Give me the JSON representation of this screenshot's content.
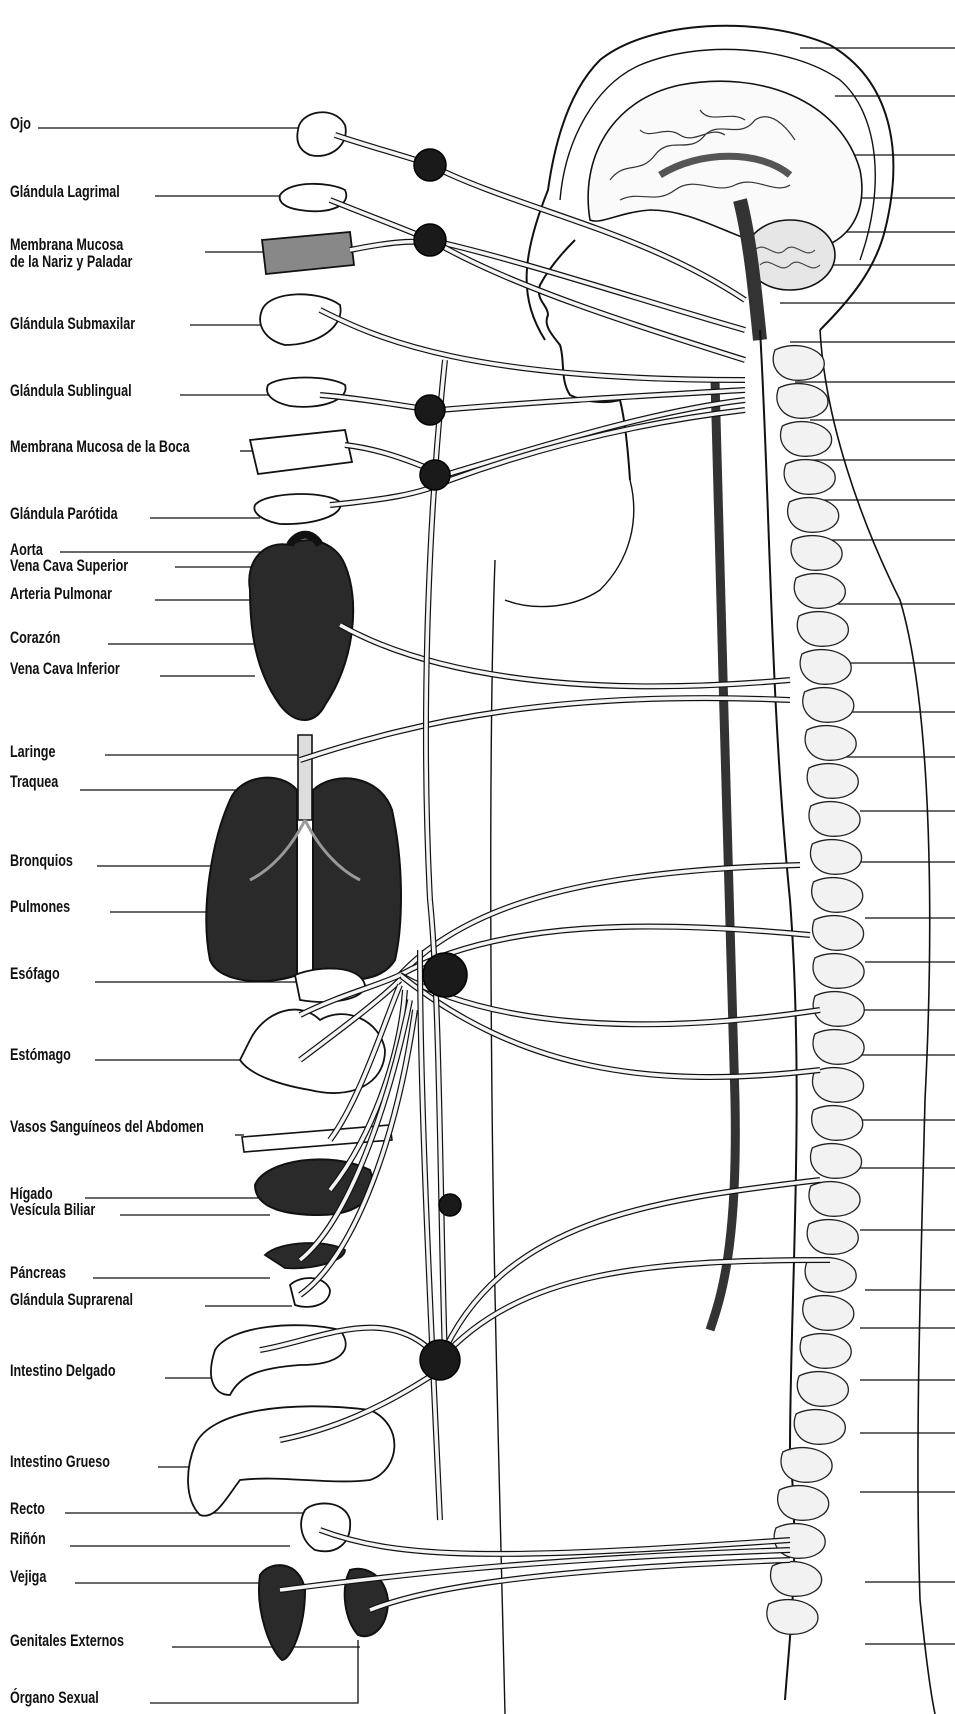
{
  "labels": {
    "ojo": "Ojo",
    "glandula_lagrimal": "Glándula Lagrimal",
    "membrana_nariz_l1": "Membrana Mucosa",
    "membrana_nariz_l2": "de la Nariz y Paladar",
    "glandula_submaxilar": "Glándula Submaxilar",
    "glandula_sublingual": "Glándula Sublingual",
    "membrana_boca": "Membrana Mucosa de la Boca",
    "glandula_parotida": "Glándula Parótida",
    "aorta": "Aorta",
    "vena_cava_superior": "Vena Cava Superior",
    "arteria_pulmonar": "Arteria Pulmonar",
    "corazon": "Corazón",
    "vena_cava_inferior": "Vena Cava Inferior",
    "laringe": "Laringe",
    "traquea": "Traquea",
    "bronquios": "Bronquios",
    "pulmones": "Pulmones",
    "esofago": "Esófago",
    "estomago": "Estómago",
    "vasos_abdomen": "Vasos Sanguíneos del Abdomen",
    "higado": "Hígado",
    "vesicula_biliar": "Vesícula Biliar",
    "pancreas": "Páncreas",
    "glandula_suprarrenal": "Glándula Suprarenal",
    "intestino_delgado": "Intestino Delgado",
    "intestino_grueso": "Intestino Grueso",
    "recto": "Recto",
    "rinon": "Riñón",
    "vejiga": "Vejiga",
    "genitales_externos": "Genitales Externos",
    "organo_sexual": "Órgano Sexual"
  },
  "colors": {
    "ink": "#111111",
    "nerve": "#f4f4f4",
    "organ_dark": "#2a2a2a",
    "ganglion": "#1a1a1a"
  }
}
